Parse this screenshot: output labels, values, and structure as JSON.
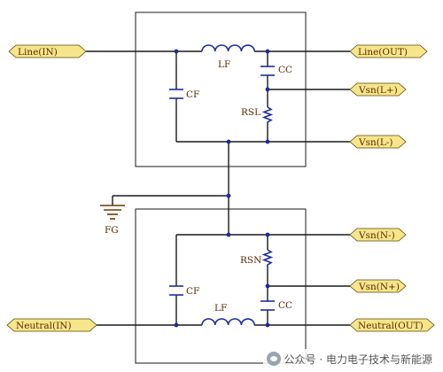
{
  "ports": {
    "line_in": "Line(IN)",
    "line_out": "Line(OUT)",
    "vsn_l_plus": "Vsn(L+)",
    "vsn_l_minus": "Vsn(L-)",
    "vsn_n_minus": "Vsn(N-)",
    "vsn_n_plus": "Vsn(N+)",
    "neutral_in": "Neutral(IN)",
    "neutral_out": "Neutral(OUT)"
  },
  "components": {
    "top": {
      "inductor": "LF",
      "cap_left": "CF",
      "cap_right": "CC",
      "resistor": "RSL"
    },
    "bottom": {
      "inductor": "LF",
      "cap_left": "CF",
      "cap_right": "CC",
      "resistor": "RSN"
    },
    "ground": "FG"
  },
  "watermark": {
    "text": "公众号 · 电力电子技术与新能源",
    "icon": "wechat-icon"
  },
  "colors": {
    "port_fill": "#f7e58c",
    "component": "#1f2aa0",
    "wire": "#1a1a1a",
    "label": "#5a2a00"
  }
}
